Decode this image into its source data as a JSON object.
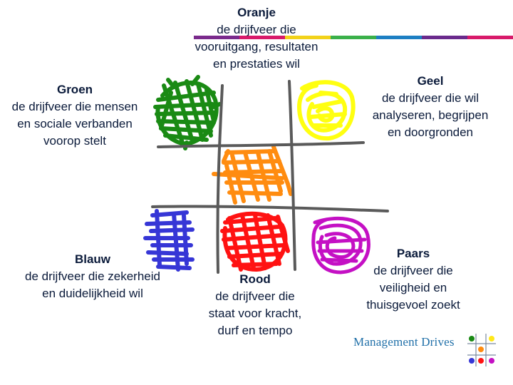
{
  "colors": {
    "stripe": [
      "#7a2a8c",
      "#d81a6a",
      "#f2d21a",
      "#3ab04a",
      "#1d7fc3",
      "#6a2a8c",
      "#d81a6a"
    ],
    "green": "#1a8a14",
    "yellow": "#ffff10",
    "orange": "#ff8c10",
    "blue": "#3636d6",
    "red": "#ff1212",
    "purple": "#c410c4",
    "grid": "#5a5a5a",
    "logo_text": "#1f6fa8"
  },
  "oranje": {
    "title": "Oranje",
    "desc": "de drijfveer die\nvooruitgang, resultaten\nen prestaties wil"
  },
  "groen": {
    "title": "Groen",
    "desc": "de drijfveer die mensen\nen sociale verbanden\nvoorop stelt"
  },
  "geel": {
    "title": "Geel",
    "desc": "de drijfveer die wil\nanalyseren, begrijpen\nen doorgronden"
  },
  "blauw": {
    "title": "Blauw",
    "desc": "de drijfveer die zekerheid\nen duidelijkheid wil"
  },
  "rood": {
    "title": "Rood",
    "desc": "de drijfveer die\nstaat voor kracht,\ndurf en tempo"
  },
  "paars": {
    "title": "Paars",
    "desc": "de drijfveer die\nveiligheid en\nthuisgevoel zoekt"
  },
  "logo": {
    "text": "Management Drives"
  }
}
